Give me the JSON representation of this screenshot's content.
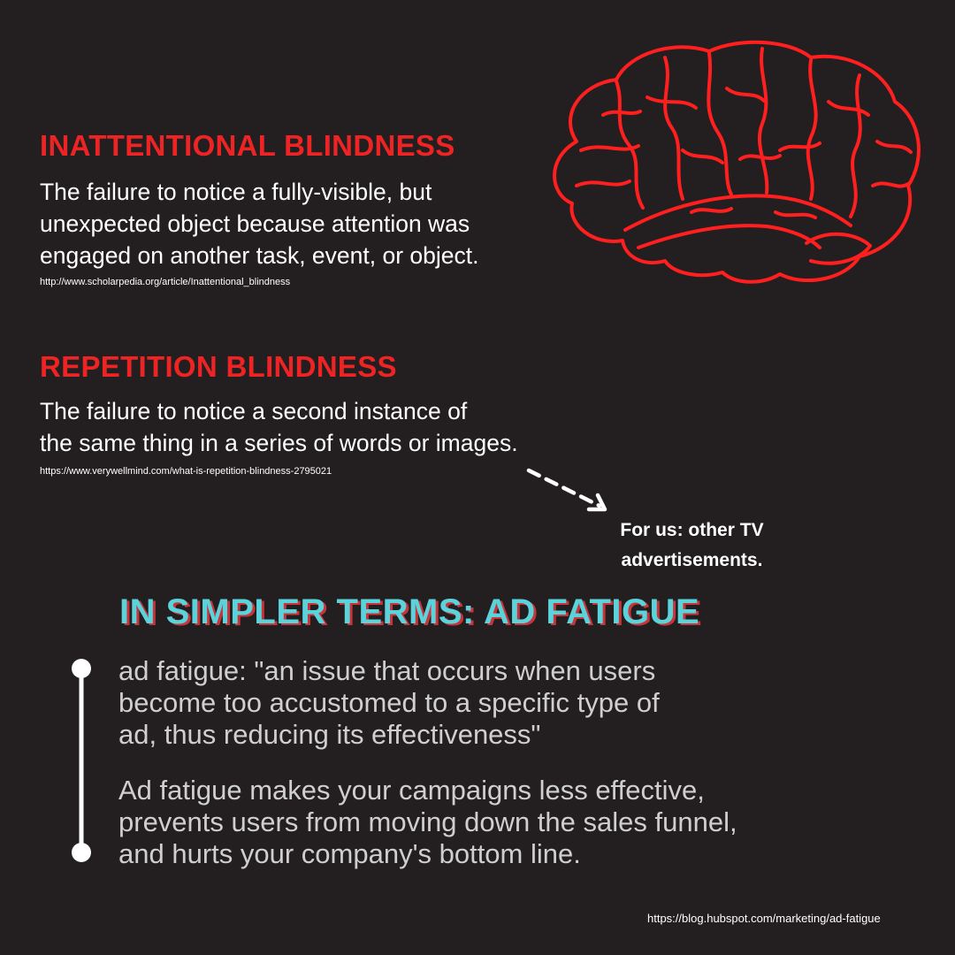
{
  "inattentional": {
    "title": "INATTENTIONAL BLINDNESS",
    "lines": [
      "The failure to notice a fully-visible, but",
      "unexpected object because attention was",
      "engaged on another task, event, or object."
    ],
    "source": "http://www.scholarpedia.org/article/Inattentional_blindness"
  },
  "repetition": {
    "title": "REPETITION BLINDNESS",
    "lines": [
      "The failure to notice a second instance of",
      "the same thing in a series of words or images."
    ],
    "source": "https://www.verywellmind.com/what-is-repetition-blindness-2795021"
  },
  "callout": {
    "lines": [
      "For us: other TV",
      "advertisements."
    ]
  },
  "ad_fatigue": {
    "title": "IN SIMPLER TERMS: AD FATIGUE",
    "definition_lines": [
      "ad fatigue: \"an issue that occurs when users",
      "become too accustomed to a specific type of",
      "ad, thus reducing its effectiveness\""
    ],
    "effects_lines": [
      "Ad fatigue makes your campaigns less effective,",
      "prevents users from moving down the sales funnel,",
      "and hurts your company's bottom line."
    ],
    "source": "https://blog.hubspot.com/marketing/ad-fatigue"
  },
  "colors": {
    "background": "#231f20",
    "heading_red": "#ee2424",
    "brain_red": "#ff1f1f",
    "accent_cyan": "#5ad3db",
    "shadow_red": "#c8343a"
  },
  "icons": {
    "brain": "brain-illustration",
    "arrow": "dashed-arrow-icon",
    "timeline": "timeline-bar-icon"
  }
}
